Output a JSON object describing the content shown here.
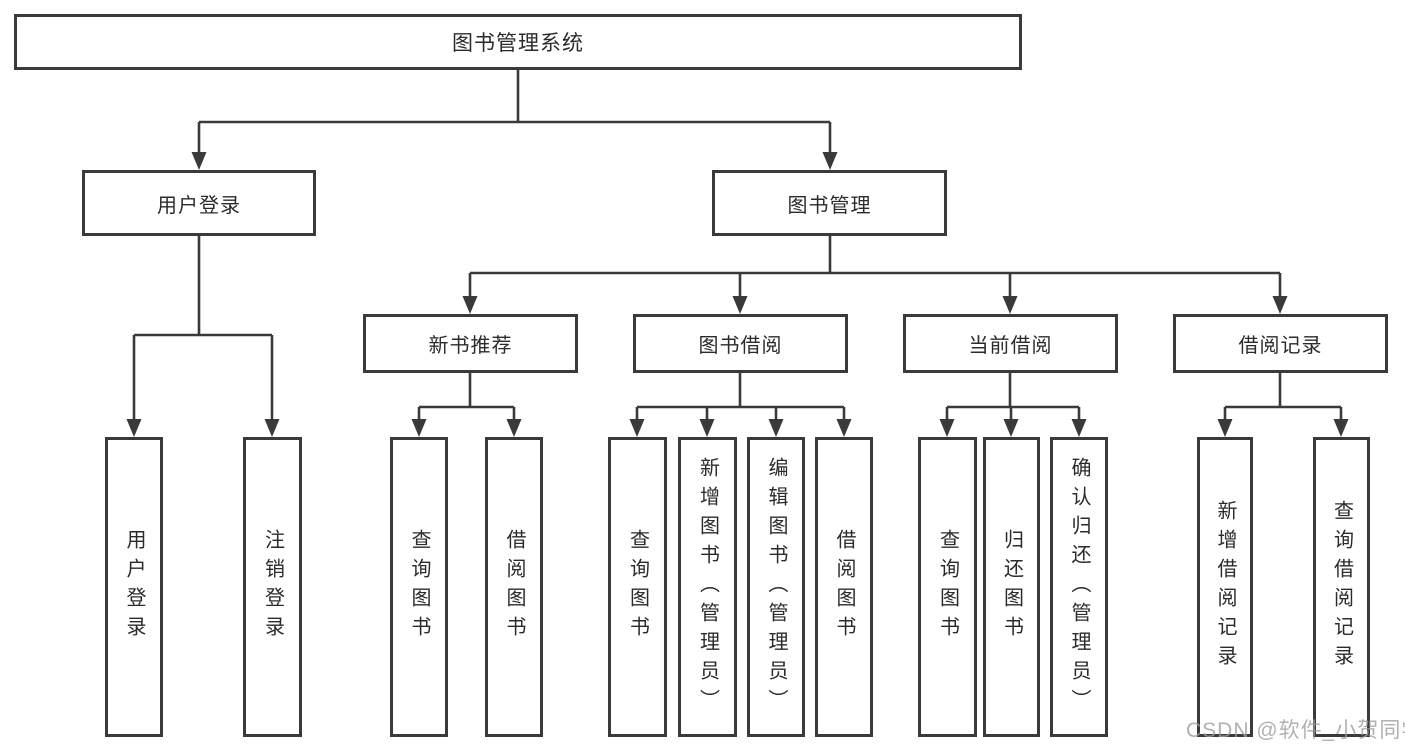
{
  "tree": {
    "label": "图书管理系统",
    "children": [
      {
        "label": "用户登录",
        "children": [
          {
            "label": "用户登录"
          },
          {
            "label": "注销登录"
          }
        ]
      },
      {
        "label": "图书管理",
        "children": [
          {
            "label": "新书推荐",
            "children": [
              {
                "label": "查询图书"
              },
              {
                "label": "借阅图书"
              }
            ]
          },
          {
            "label": "图书借阅",
            "children": [
              {
                "label": "查询图书"
              },
              {
                "label": "新增图书（管理员）"
              },
              {
                "label": "编辑图书（管理员）"
              },
              {
                "label": "借阅图书"
              }
            ]
          },
          {
            "label": "当前借阅",
            "children": [
              {
                "label": "查询图书"
              },
              {
                "label": "归还图书"
              },
              {
                "label": "确认归还（管理员）"
              }
            ]
          },
          {
            "label": "借阅记录",
            "children": [
              {
                "label": "新增借阅记录"
              },
              {
                "label": "查询借阅记录"
              }
            ]
          }
        ]
      }
    ]
  },
  "watermark": "CSDN @软件_小贺同学",
  "colors": {
    "line": "#3a3a3c",
    "text": "#2b2b2b",
    "watermark": "#9e9e9e"
  }
}
